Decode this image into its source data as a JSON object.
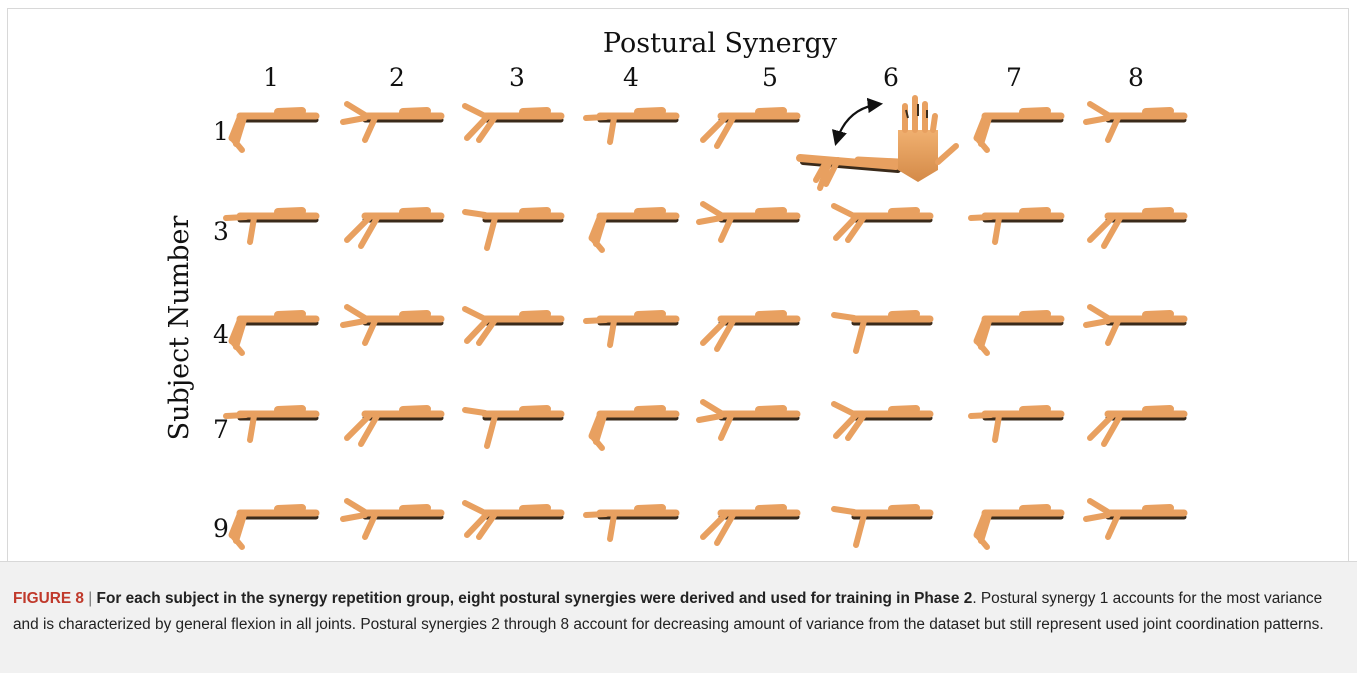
{
  "figure": {
    "header_title": "Postural Synergy",
    "synergy_numbers": [
      "1",
      "2",
      "3",
      "4",
      "5",
      "6",
      "7",
      "8"
    ],
    "y_axis_title": "Subject Number",
    "subject_numbers": [
      "1",
      "3",
      "4",
      "7",
      "9"
    ],
    "hand_color": "#e8a060",
    "hand_shadow_color": "#3a2a1a",
    "inset_hand_color": "#f2b478",
    "arrow_color": "#111111"
  },
  "caption": {
    "label": "FIGURE 8",
    "separator": " | ",
    "title": "For each subject in the synergy repetition group, eight postural synergies were derived and used for training in Phase 2",
    "body": ". Postural synergy 1 accounts for the most variance and is characterized by general flexion in all joints. Postural synergies 2 through 8 account for decreasing amount of variance from the dataset but still represent used joint coordination patterns."
  }
}
